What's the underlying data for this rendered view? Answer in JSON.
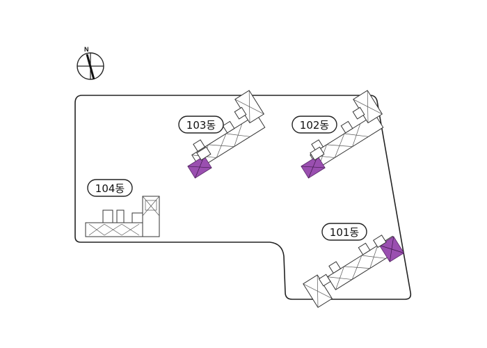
{
  "compass": {
    "north_label": "N"
  },
  "buildings": [
    {
      "id": "103",
      "label": "103동",
      "highlighted": true
    },
    {
      "id": "102",
      "label": "102동",
      "highlighted": true
    },
    {
      "id": "104",
      "label": "104동",
      "highlighted": false
    },
    {
      "id": "101",
      "label": "101동",
      "highlighted": true
    }
  ],
  "colors": {
    "highlight": "#9a4fb0",
    "outline": "#222222"
  }
}
